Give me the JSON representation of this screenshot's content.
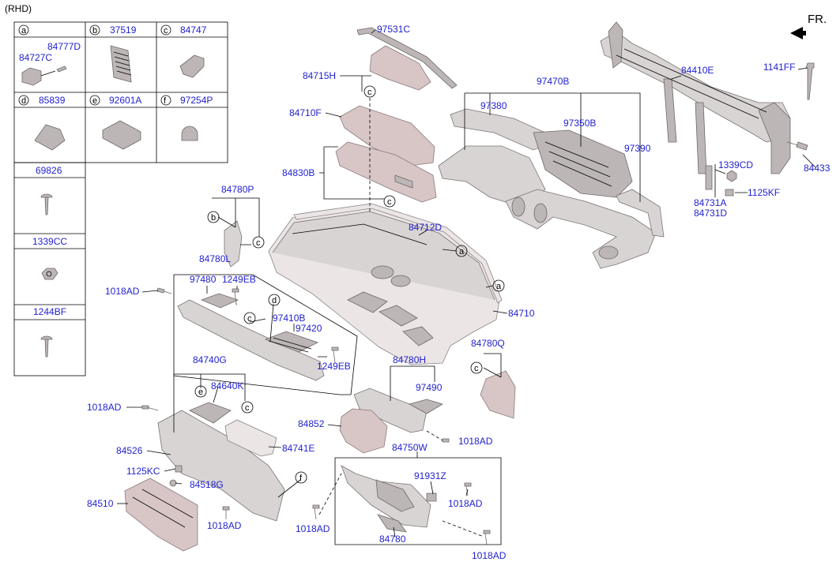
{
  "diagram": {
    "variant": "(RHD)",
    "direction": "FR.",
    "legend": [
      {
        "letter": "a",
        "part": "84777D",
        "sub": [
          "84727C"
        ]
      },
      {
        "letter": "b",
        "part": "37519"
      },
      {
        "letter": "c",
        "part": "84747"
      },
      {
        "letter": "d",
        "part": "85839"
      },
      {
        "letter": "e",
        "part": "92601A"
      },
      {
        "letter": "f",
        "part": "97254P"
      },
      {
        "letter": "",
        "part": "69826"
      },
      {
        "letter": "",
        "part": "1339CC"
      },
      {
        "letter": "",
        "part": "1244BF"
      }
    ],
    "callouts": [
      "a",
      "b",
      "c",
      "d",
      "e",
      "f"
    ],
    "parts": {
      "p97531C": "97531C",
      "p84715H": "84715H",
      "p84710F": "84710F",
      "p84830B": "84830B",
      "p97470B": "97470B",
      "p97380": "97380",
      "p97350B": "97350B",
      "p97390": "97390",
      "p84410E": "84410E",
      "p1141FF": "1141FF",
      "p84433": "84433",
      "p1339CD": "1339CD",
      "p1125KF": "1125KF",
      "p84731A": "84731A",
      "p84731D": "84731D",
      "p84780P": "84780P",
      "p84712D": "84712D",
      "p84780L": "84780L",
      "p97480": "97480",
      "p1249EB_1": "1249EB",
      "p1018AD_1": "1018AD",
      "p97410B": "97410B",
      "p97420": "97420",
      "p1249EB_2": "1249EB",
      "p84710": "84710",
      "p84780Q": "84780Q",
      "p84740G": "84740G",
      "p84640K": "84640K",
      "p1018AD_2": "1018AD",
      "p84780H": "84780H",
      "p97490": "97490",
      "p84852": "84852",
      "p1018AD_3": "1018AD",
      "p84526": "84526",
      "p84741E": "84741E",
      "p84750W": "84750W",
      "p1125KC": "1125KC",
      "p84518G": "84518G",
      "p91931Z": "91931Z",
      "p84510": "84510",
      "p1018AD_4": "1018AD",
      "p1018AD_5": "1018AD",
      "p1018AD_6": "1018AD",
      "p84780": "84780",
      "p1018AD_7": "1018AD"
    }
  }
}
